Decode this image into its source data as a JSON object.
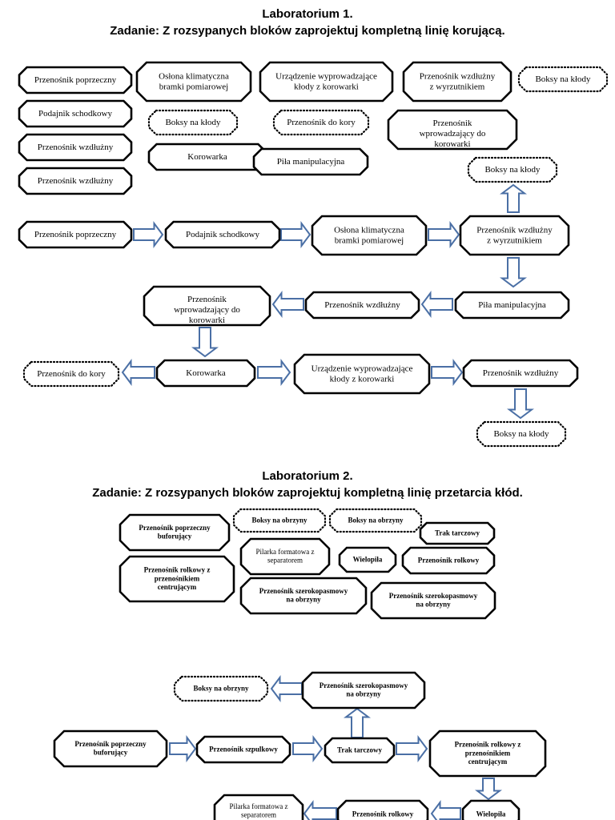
{
  "lab1": {
    "title": "Laboratorium 1.",
    "task": "Zadanie: Z rozsypanych bloków zaprojektuj kompletną linię korującą.",
    "scattered_blocks": [
      "Przenośnik poprzeczny",
      "Osłona klimatyczna\nbramki pomiarowej",
      "Urządzenie wyprowadzające\nkłody z korowarki",
      "Przenośnik wzdłużny\nz wyrzutnikiem",
      "Boksy na kłody",
      "Podajnik schodkowy",
      "Boksy na kłody",
      "Przenośnik do kory",
      "Przenośnik\nwprowadzający do\nkorowarki",
      "Przenośnik wzdłużny",
      "Korowarka",
      "Piła manipulacyjna",
      "Boksy na kłody",
      "Przenośnik wzdłużny"
    ],
    "solution_blocks": [
      "Przenośnik poprzeczny",
      "Podajnik schodkowy",
      "Osłona klimatyczna\nbramki pomiarowej",
      "Przenośnik wzdłużny\nz wyrzutnikiem",
      "Piła manipulacyjna",
      "Przenośnik wzdłużny",
      "Przenośnik\nwprowadzający do\nkorowarki",
      "Korowarka",
      "Przenośnik do kory",
      "Urządzenie wyprowadzające\nkłody z korowarki",
      "Przenośnik wzdłużny",
      "Boksy na kłody",
      "Boksy na kłody"
    ]
  },
  "lab2": {
    "title": "Laboratorium 2.",
    "task": "Zadanie: Z rozsypanych bloków zaprojektuj kompletną linię przetarcia kłód.",
    "scattered_blocks": [
      "Przenośnik poprzeczny\nbuforujący",
      "Boksy na obrzyny",
      "Boksy na obrzyny",
      "Trak tarczowy",
      "Pilarka formatowa z\nseparatorem",
      "Wielopiła",
      "Przenośnik rolkowy",
      "Przenośnik rolkowy z\nprzenośnikiem\ncentrującym",
      "Przenośnik szerokopasmowy\nna obrzyny",
      "Przenośnik szerokopasmowy\nna obrzyny"
    ],
    "solution_blocks": [
      "Boksy na obrzyny",
      "Przenośnik szerokopasmowy\nna obrzyny",
      "Przenośnik poprzeczny\nbuforujący",
      "Przenośnik szpulkowy",
      "Trak tarczowy",
      "Przenośnik rolkowy z\nprzenośnikiem\ncentrującym",
      "Pilarka formatowa z\nseparatorem",
      "Przenośnik rolkowy",
      "Wielopiła"
    ]
  }
}
